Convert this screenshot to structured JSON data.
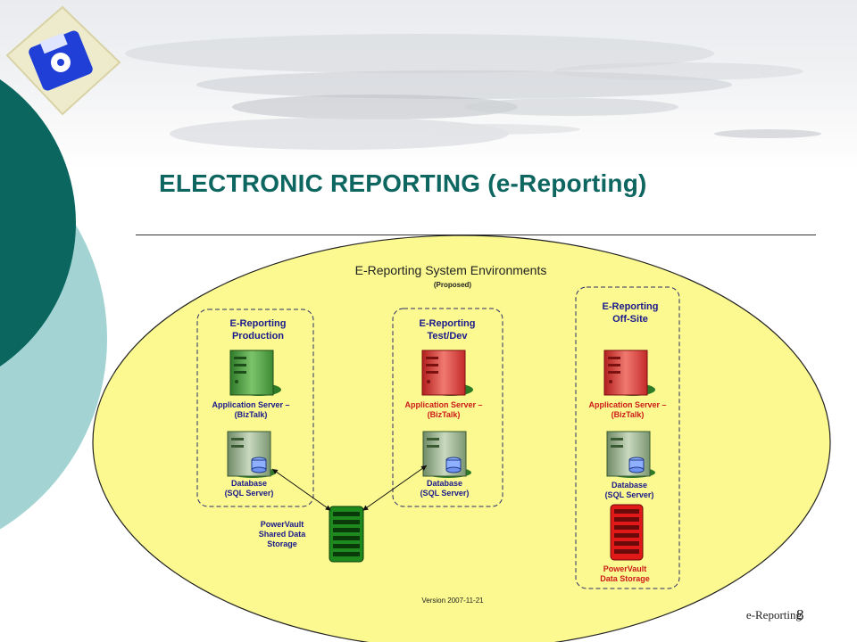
{
  "slide": {
    "title": "ELECTRONIC REPORTING (e-Reporting)",
    "footer_label": "e-Reporting",
    "page_number": "8"
  },
  "diagram": {
    "heading": "E-Reporting System Environments",
    "subheading": "(Proposed)",
    "version": "Version 2007-11-21",
    "environments": [
      {
        "title_line1": "E-Reporting",
        "title_line2": "Production",
        "app_label_line1": "Application Server –",
        "app_label_line2": "(BizTalk)",
        "db_label_line1": "Database",
        "db_label_line2": "(SQL Server)",
        "app_color": "#4a9a3a",
        "label_color": "#1a1a8c"
      },
      {
        "title_line1": "E-Reporting",
        "title_line2": "Test/Dev",
        "app_label_line1": "Application Server –",
        "app_label_line2": "(BizTalk)",
        "db_label_line1": "Database",
        "db_label_line2": "(SQL Server)",
        "app_color": "#d93030",
        "label_color": "#cc1a1a"
      },
      {
        "title_line1": "E-Reporting",
        "title_line2": "Off-Site",
        "app_label_line1": "Application Server –",
        "app_label_line2": "(BizTalk)",
        "db_label_line1": "Database",
        "db_label_line2": "(SQL Server)",
        "storage_label_line1": "PowerVault",
        "storage_label_line2": "Data Storage",
        "app_color": "#d93030",
        "label_color": "#cc1a1a"
      }
    ],
    "shared_storage": {
      "label_line1": "PowerVault",
      "label_line2": "Shared Data",
      "label_line3": "Storage",
      "color": "#1e8a1e"
    },
    "colors": {
      "ellipse_fill": "#fbf98f",
      "title_blue": "#1a1a8c",
      "teal_dark": "#0b6660",
      "teal_light": "#a3d4d3"
    }
  }
}
